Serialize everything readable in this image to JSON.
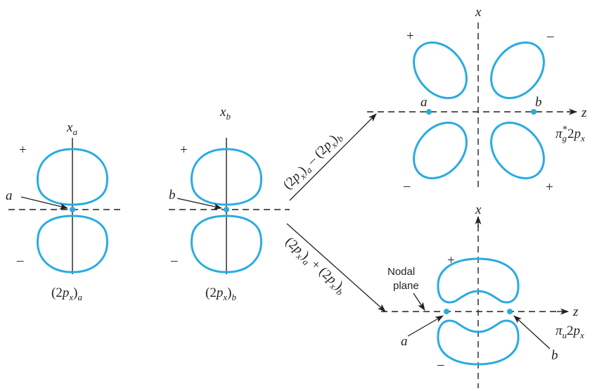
{
  "colors": {
    "orbital": "#29abe2",
    "ink": "#231f20"
  },
  "left": {
    "axis": "x",
    "axis_sub": "a",
    "plus": "+",
    "minus": "–",
    "nucleus": "a",
    "caption_pre": "(2",
    "caption_p": "p",
    "caption_psub": "x",
    "caption_close": ")",
    "caption_sub": "a"
  },
  "middle": {
    "axis": "x",
    "axis_sub": "b",
    "plus": "+",
    "minus": "–",
    "nucleus": "b",
    "caption_pre": "(2",
    "caption_p": "p",
    "caption_psub": "x",
    "caption_close": ")",
    "caption_sub": "b"
  },
  "upper": {
    "arrow_label_a1": "(2",
    "arrow_label_p": "p",
    "arrow_label_x": "x",
    "arrow_label_a2": ")",
    "arrow_label_sa": "a",
    "arrow_label_op": " – (2",
    "arrow_label_b2": ")",
    "arrow_label_sb": "b",
    "x_axis": "x",
    "z_axis": "z",
    "nucleus_a": "a",
    "nucleus_b": "b",
    "signs": [
      "+",
      "–",
      "–",
      "+"
    ],
    "name_pi": "π",
    "name_sub": "g",
    "name_sup": "*",
    "name_2": "2",
    "name_p": "p",
    "name_x": "x"
  },
  "lower": {
    "arrow_label_op": " + (2",
    "x_axis": "x",
    "z_axis": "z",
    "nucleus_a": "a",
    "nucleus_b": "b",
    "plus": "+",
    "minus": "–",
    "nodal_line1": "Nodal",
    "nodal_line2": "plane",
    "name_pi": "π",
    "name_sub": "u",
    "name_2": "2",
    "name_p": "p",
    "name_x": "x"
  }
}
